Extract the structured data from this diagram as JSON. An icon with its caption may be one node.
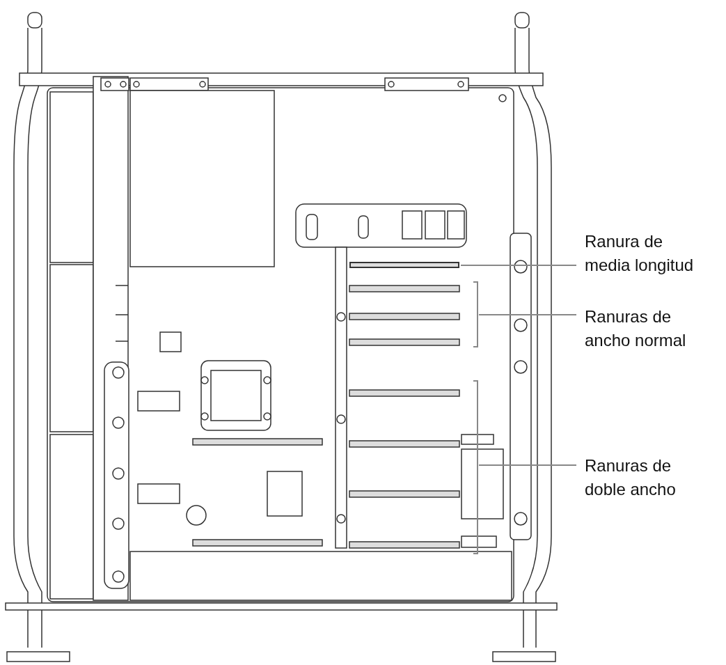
{
  "diagram": {
    "nodes": [
      {
        "text": [
          "Ranura de media longitud"
        ]
      },
      {
        "text": [],
        "shape": "bar"
      },
      {
        "text": [
          "Ranuras de ancho normal"
        ]
      },
      {
        "text": [
          "Ranuras de doble ancho"
        ]
      }
    ],
    "edges": [
      {
        "from": 0,
        "to": 1,
        "arrow": "none"
      },
      {
        "from": 2,
        "to": null,
        "arrow": "none"
      },
      {
        "from": 3,
        "to": null,
        "arrow": "none"
      }
    ]
  }
}
